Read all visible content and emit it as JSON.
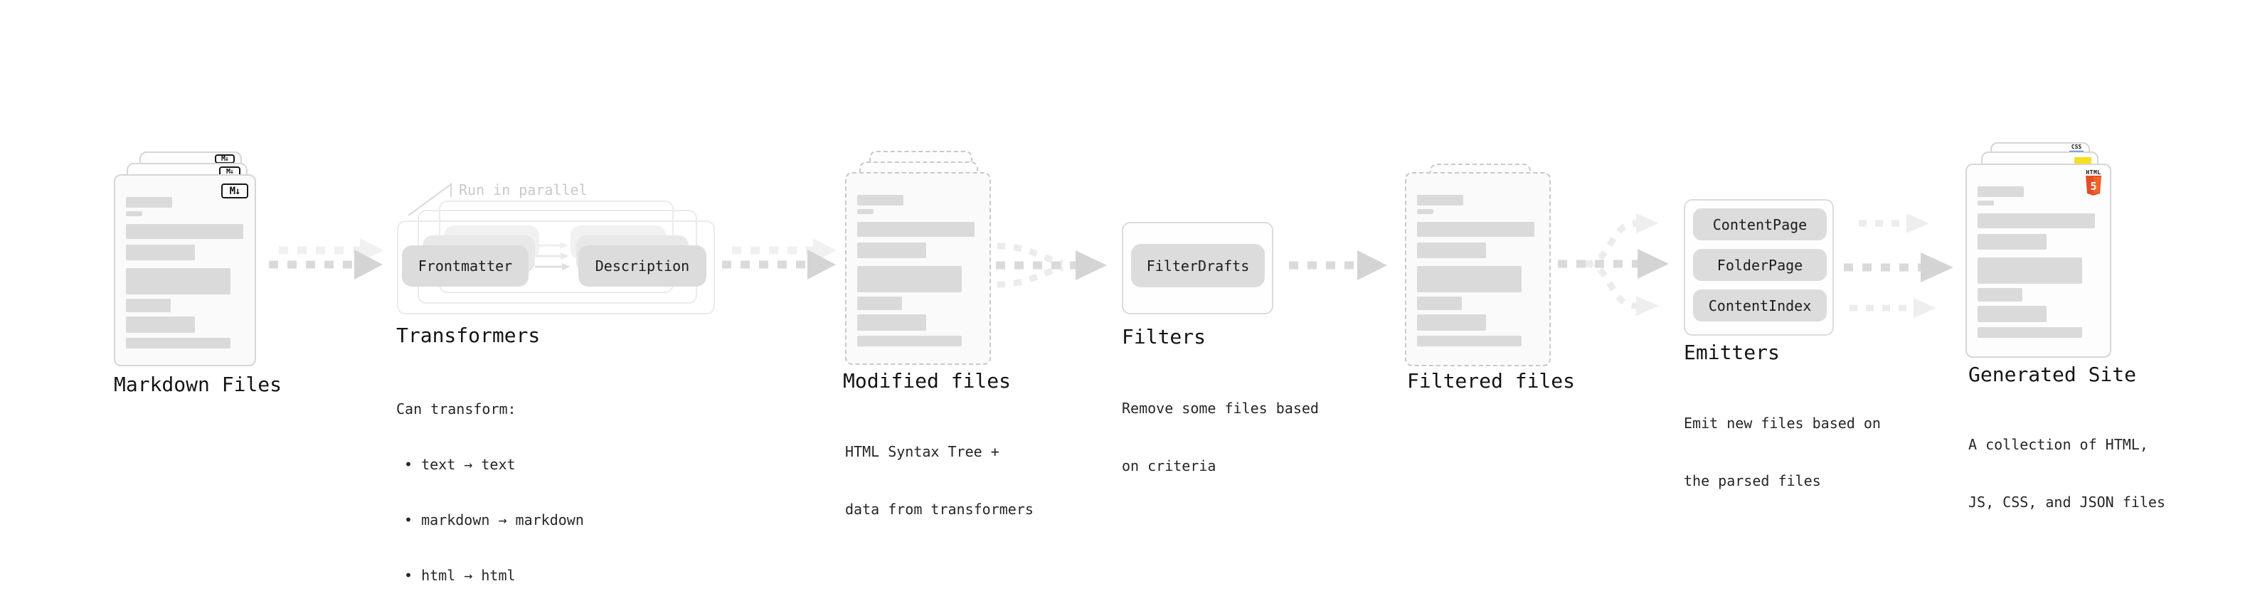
{
  "diagram": {
    "markdown": {
      "title": "Markdown Files",
      "badge": "M↓"
    },
    "transformers": {
      "title": "Transformers",
      "annotation": "Run in parallel",
      "chips": [
        "Frontmatter",
        "Description"
      ],
      "desc": [
        "Can transform:",
        "• text → text",
        "• markdown → markdown",
        "• html → html"
      ]
    },
    "modified": {
      "title": "Modified files",
      "desc": [
        "HTML Syntax Tree +",
        "data from transformers"
      ]
    },
    "filters": {
      "title": "Filters",
      "chip": "FilterDrafts",
      "desc": [
        "Remove some files based",
        "on criteria"
      ]
    },
    "filtered": {
      "title": "Filtered files"
    },
    "emitters": {
      "title": "Emitters",
      "chips": [
        "ContentPage",
        "FolderPage",
        "ContentIndex"
      ],
      "desc": [
        "Emit new files based on",
        "the parsed files"
      ]
    },
    "generated": {
      "title": "Generated Site",
      "desc": [
        "A collection of HTML,",
        "JS, CSS, and JSON files"
      ],
      "css_badge": "CSS",
      "html_badge": "HTML",
      "html5_numeral": "5"
    }
  },
  "colors": {
    "html5_orange": "#e44d26",
    "html5_orange_light": "#f16529",
    "js_yellow": "#f7df1e",
    "css_blue": "#2965f1",
    "chip_gray": "#dcdcdc",
    "arrow_gray": "#d4d4d4",
    "bar_gray": "#dadada"
  }
}
